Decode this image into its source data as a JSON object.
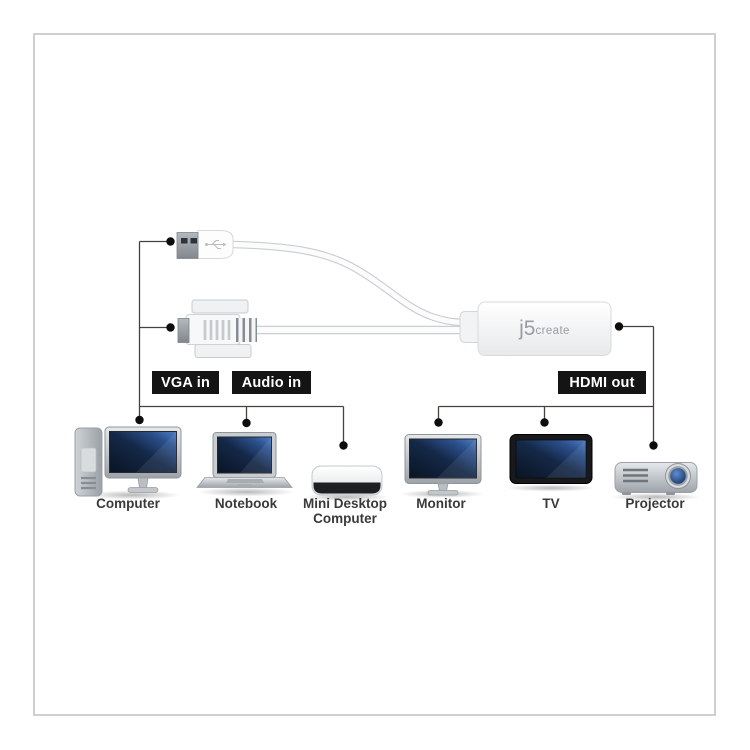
{
  "adapter": {
    "brand_prefix": "j5",
    "brand_suffix": "create"
  },
  "port_labels": {
    "vga_in": "VGA in",
    "audio_in": "Audio in",
    "hdmi_out": "HDMI out"
  },
  "input_devices": [
    {
      "name": "Computer"
    },
    {
      "name": "Notebook"
    },
    {
      "name": "Mini Desktop Computer"
    }
  ],
  "output_devices": [
    {
      "name": "Monitor"
    },
    {
      "name": "TV"
    },
    {
      "name": "Projector"
    }
  ],
  "colors": {
    "label-bg": "#141414",
    "label-text": "#ffffff",
    "line": "#46423e",
    "dot": "#0d0d0d",
    "screen-blue": "#1d3a6b",
    "brand-gray": "#999ea3",
    "frame-border": "#cfcfcf",
    "text": "#3a3a3a"
  }
}
